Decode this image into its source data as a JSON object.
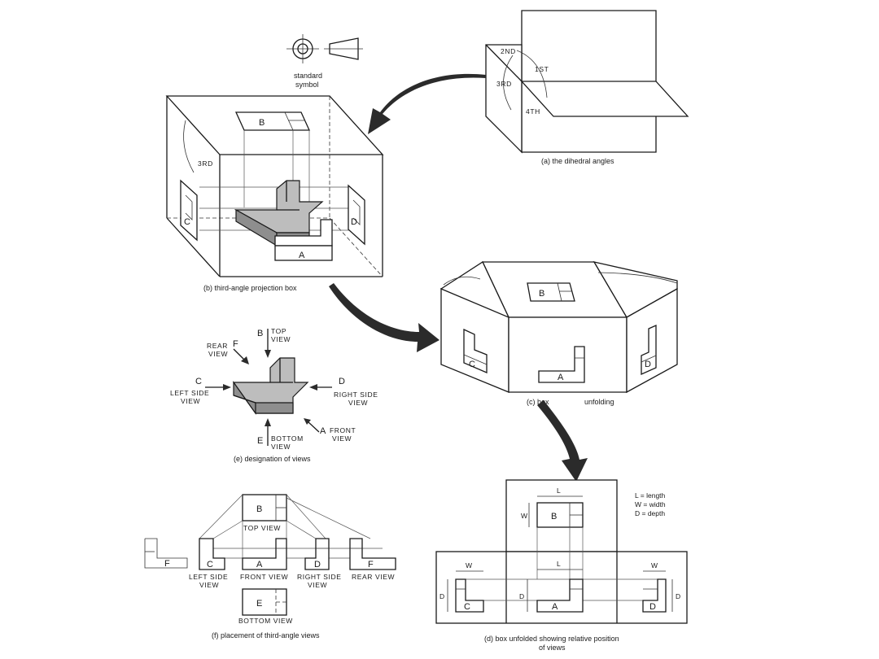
{
  "captions": {
    "a": "(a) the dihedral angles",
    "b": "(b) third-angle projection box",
    "c_box": "(c) box",
    "c_unfolding": "unfolding",
    "d": "(d) box unfolded showing relative position",
    "d2": "of views",
    "e": "(e) designation of views",
    "f": "(f) placement of third-angle views"
  },
  "symbol": {
    "line1": "standard",
    "line2": "symbol"
  },
  "dihedral": {
    "second": "2ND",
    "first": "1ST",
    "third": "3RD",
    "fourth": "4TH"
  },
  "proj_box": {
    "angle": "3RD",
    "top": "B",
    "left": "C",
    "right": "D",
    "front": "A"
  },
  "unfold_box": {
    "top": "B",
    "left": "C",
    "front": "A",
    "right": "D"
  },
  "designation": {
    "top_letter": "B",
    "top_line1": "TOP",
    "top_line2": "VIEW",
    "rear_letter": "F",
    "rear_line1": "REAR",
    "rear_line2": "VIEW",
    "left_letter": "C",
    "left_line1": "LEFT SIDE",
    "left_line2": "VIEW",
    "right_letter": "D",
    "right_line1": "RIGHT SIDE",
    "right_line2": "VIEW",
    "front_letter": "A",
    "front_line1": "FRONT",
    "front_line2": "VIEW",
    "bottom_letter": "E",
    "bottom_line1": "BOTTOM",
    "bottom_line2": "VIEW"
  },
  "placement": {
    "top_letter": "B",
    "top_label": "TOP VIEW",
    "left_letter": "C",
    "left_label1": "LEFT SIDE",
    "left_label2": "VIEW",
    "front_letter": "A",
    "front_label": "FRONT VIEW",
    "right_letter": "D",
    "right_label1": "RIGHT SIDE",
    "right_label2": "VIEW",
    "rear_letter": "F",
    "rear_label": "REAR VIEW",
    "bottom_letter": "E",
    "bottom_label": "BOTTOM VIEW",
    "ghost_letter": "F"
  },
  "unfolded": {
    "top": "B",
    "left": "C",
    "front": "A",
    "right": "D",
    "L": "L",
    "W": "W",
    "D": "D",
    "legend_l": "L  = length",
    "legend_w": "W  =  width",
    "legend_d": "D  =  depth"
  }
}
